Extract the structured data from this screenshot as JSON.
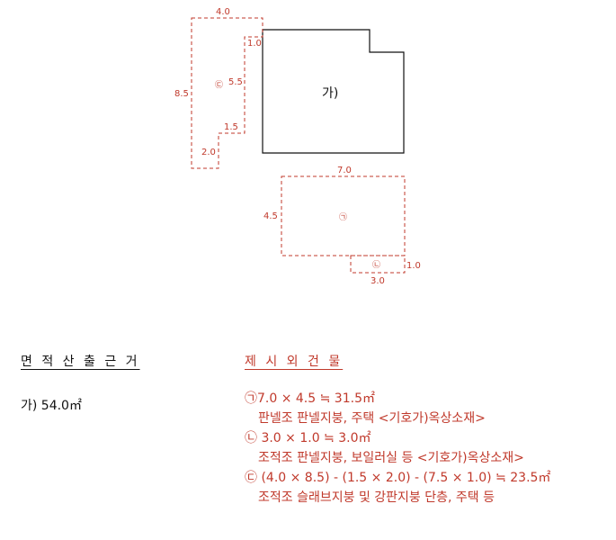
{
  "diagram": {
    "main_label": "가)",
    "circle_a": "㉠",
    "circle_b": "㉡",
    "circle_c": "㉢",
    "dims": {
      "a_width": "7.0",
      "a_height": "4.5",
      "b_width": "3.0",
      "b_height": "1.0",
      "c_top": "4.0",
      "c_height": "8.5",
      "c_notch_top": "1.0",
      "c_right": "5.5",
      "c_step": "1.5",
      "c_bottom": "2.0"
    }
  },
  "basis": {
    "heading": "면 적 산 출 근 거",
    "area": "가) 54.0㎡"
  },
  "excluded": {
    "heading": "제 시 외 건 물",
    "items": [
      {
        "formula": "㉠7.0 × 4.5 ≒ 31.5㎡",
        "desc": "판넬조 판넬지붕, 주택 <기호가)옥상소재>"
      },
      {
        "formula": "㉡ 3.0 × 1.0 ≒ 3.0㎡",
        "desc": "조적조 판넬지붕, 보일러실 등 <기호가)옥상소재>"
      },
      {
        "formula": "㉢ (4.0 × 8.5) - (1.5 × 2.0) - (7.5 × 1.0) ≒ 23.5㎡",
        "desc": "조적조 슬래브지붕 및 강판지붕 단층, 주택 등"
      }
    ]
  }
}
